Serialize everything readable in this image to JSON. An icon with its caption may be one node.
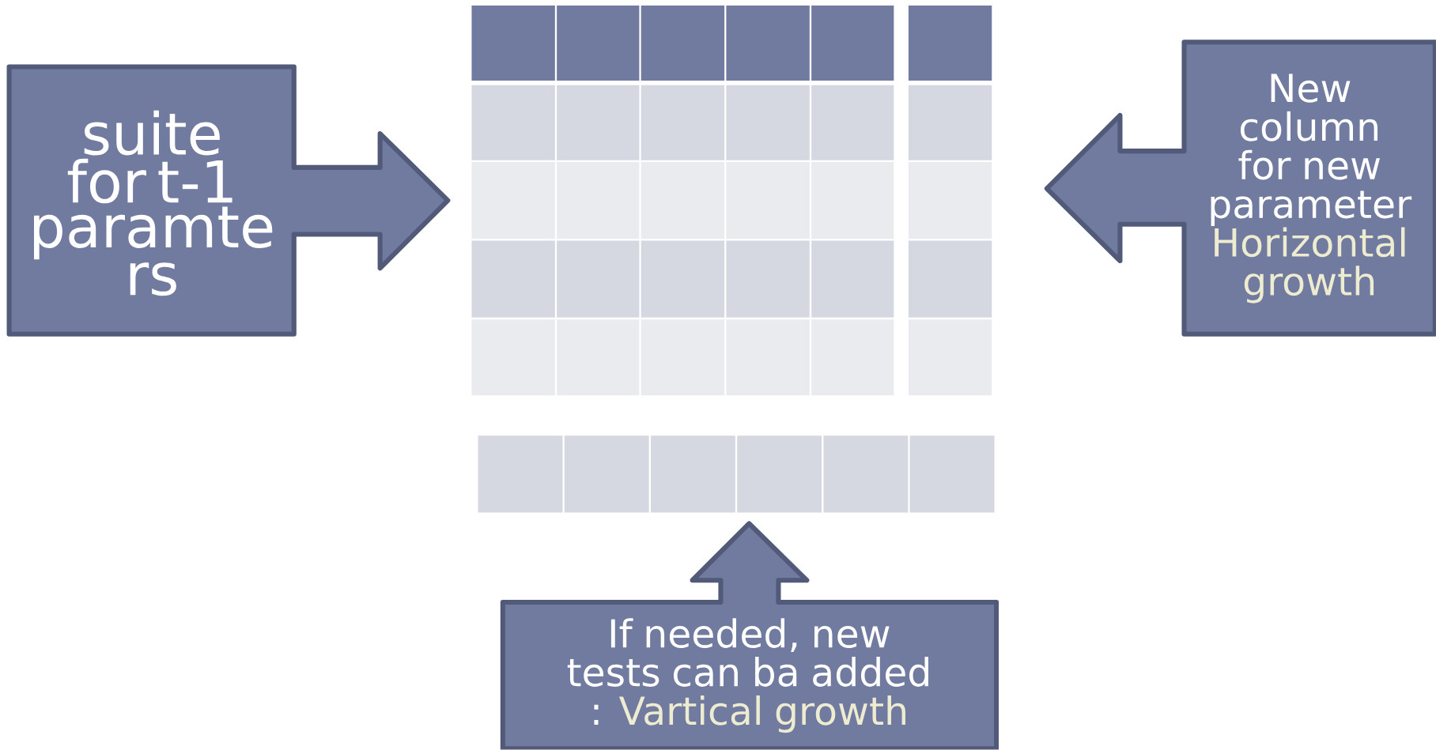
{
  "diagram": {
    "nodes": [
      {
        "text": [
          "suite for t-1 paramte rs"
        ]
      },
      {
        "text": [
          "New column for new parameter",
          "Horizontal growth"
        ]
      },
      {
        "text": [
          "If needed, new tests can ba added :",
          "Vartical growth"
        ]
      }
    ]
  }
}
